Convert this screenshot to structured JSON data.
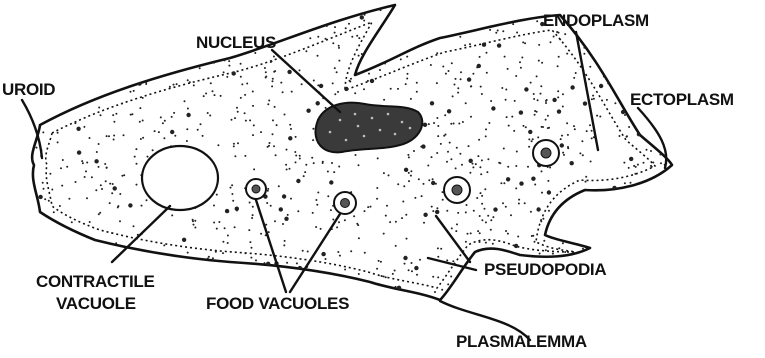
{
  "labels": {
    "nucleus": "NUCLEUS",
    "endoplasm": "ENDOPLASM",
    "ectoplasm": "ECTOPLASM",
    "uroid": "UROID",
    "contractile_line1": "CONTRACTILE",
    "contractile_line2": "VACUOLE",
    "food_vacuoles": "FOOD VACUOLES",
    "pseudopodia": "PSEUDOPODIA",
    "plasmalemma": "PLASMALEMMA"
  },
  "colors": {
    "ink": "#111111",
    "nucleus_fill": "#3a3a3a",
    "background": "#ffffff"
  }
}
